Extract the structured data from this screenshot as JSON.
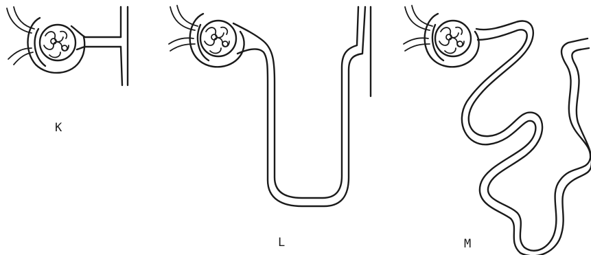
{
  "figure": {
    "panels": [
      {
        "id": "K",
        "label": "K"
      },
      {
        "id": "L",
        "label": "L"
      },
      {
        "id": "M",
        "label": "M"
      }
    ],
    "colors": {
      "ink": "#1a1a1a",
      "background": "#ffffff"
    }
  }
}
